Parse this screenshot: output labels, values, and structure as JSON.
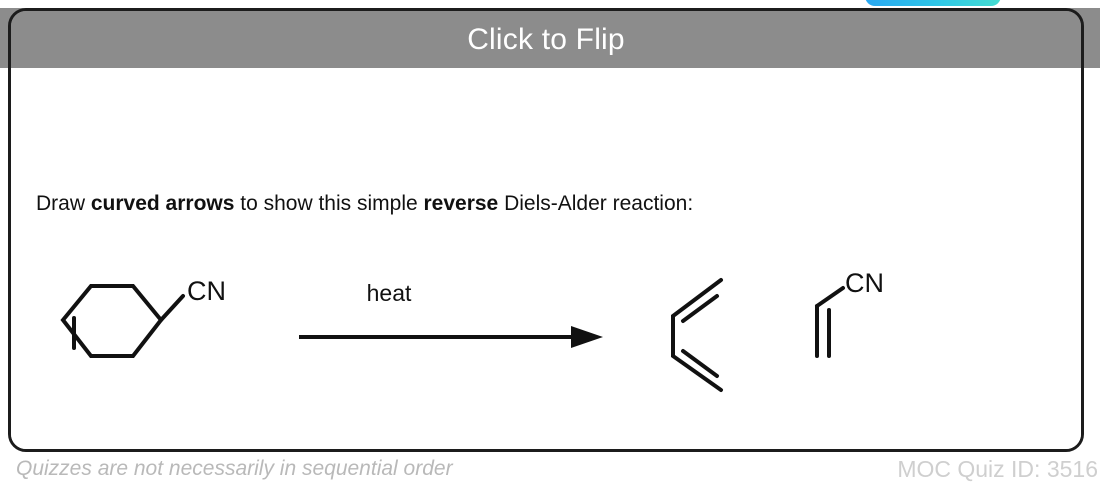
{
  "card": {
    "header_title": "Click to Flip",
    "header_color": "#8c8c8c",
    "border_color": "#1c1c1c",
    "title_color": "#ffffff"
  },
  "top_chip": {
    "name": "progress-chip",
    "gradient_from": "#2aa8f2",
    "gradient_to": "#45dcd0"
  },
  "prompt": {
    "part1": "Draw ",
    "bold1": "curved arrows",
    "part2": " to show this simple ",
    "bold2": "reverse",
    "part3": "  Diels-Alder reaction:"
  },
  "reaction": {
    "reactant": {
      "name": "4-cyanocyclohexene",
      "substituent_label": "CN"
    },
    "conditions": {
      "above_arrow": "heat"
    },
    "products": [
      {
        "name": "1,3-butadiene",
        "label": ""
      },
      {
        "name": "acrylonitrile",
        "label": "CN"
      }
    ]
  },
  "footer": {
    "left_note": "Quizzes are not necessarily in sequential order",
    "right_note": "MOC Quiz ID: 3516",
    "left_color": "#b9b9b9",
    "right_color": "#cfcfcf"
  }
}
